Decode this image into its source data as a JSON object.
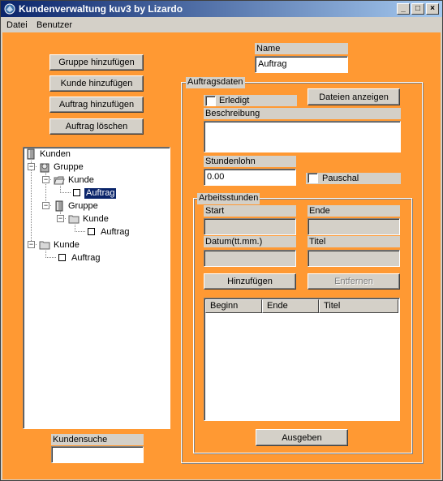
{
  "window": {
    "title": "Kundenverwaltung kuv3 by Lizardo",
    "controls": {
      "minimize": "_",
      "maximize": "□",
      "close": "×"
    }
  },
  "menu": {
    "items": [
      "Datei",
      "Benutzer"
    ]
  },
  "left": {
    "buttons": {
      "add_group": "Gruppe hinzufügen",
      "add_customer": "Kunde hinzufügen",
      "add_order": "Auftrag hinzufügen",
      "delete_order": "Auftrag löschen"
    },
    "tree": {
      "root": "Kunden",
      "nodes": {
        "group1": "Gruppe",
        "customer1": "Kunde",
        "order1": "Auftrag",
        "group2": "Gruppe",
        "customer2": "Kunde",
        "order2": "Auftrag",
        "customer3": "Kunde",
        "order3": "Auftrag"
      }
    },
    "search": {
      "label": "Kundensuche",
      "value": ""
    }
  },
  "right": {
    "name": {
      "label": "Name",
      "value": "Auftrag"
    },
    "order_data": {
      "title": "Auftragsdaten",
      "done_label": "Erledigt",
      "show_files_button": "Dateien anzeigen",
      "description_label": "Beschreibung",
      "description_value": "",
      "hourly_wage_label": "Stundenlohn",
      "hourly_wage_value": "0.00",
      "flat_rate_label": "Pauschal"
    },
    "work_hours": {
      "title": "Arbeitsstunden",
      "start_label": "Start",
      "end_label": "Ende",
      "date_label": "Datum(tt.mm.)",
      "title_label": "Titel",
      "add_button": "Hinzufügen",
      "remove_button": "Entfernen",
      "columns": [
        "Beginn",
        "Ende",
        "Titel"
      ]
    },
    "output_button": "Ausgeben"
  },
  "colors": {
    "client_bg": "#ff9933",
    "title_bar": "#0a246a",
    "selection": "#0a246a"
  }
}
